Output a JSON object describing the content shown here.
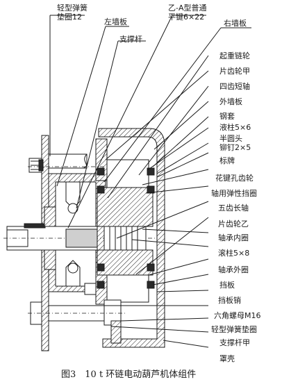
{
  "labels": {
    "light_spring_washer_12": "轻型弹簧\n垫圈12",
    "left_wall_plate": "左墙板",
    "support_rod": "支撑杆",
    "flat_key": "乙-A型普通\n平键6×22",
    "right_wall_plate": "右墙板",
    "lifting_sprocket": "起重链轮",
    "gear_a": "片齿轮甲",
    "four_tooth_shaft": "四齿短轴",
    "outer_wall_plate": "外墙板",
    "steel_sleeve": "钢套",
    "hydraulic_column": "液柱5×6",
    "half_round_rivet": "半圆头\n铆钉2×5",
    "nameplate": "标牌",
    "spline_gear": "花键孔齿轮",
    "shaft_retaining_ring": "轴用弹性挡圈",
    "five_tooth_long_shaft": "五齿长轴",
    "gear_b": "片齿轮乙",
    "bearing_inner_ring": "轴承内圈",
    "roller_column": "滚柱5×8",
    "bearing_outer_ring": "轴承外圈",
    "baffle": "挡板",
    "baffle_pin": "挡板销",
    "hex_nut": "六角螺母M16",
    "light_spring_washer": "轻型弹簧垫圈",
    "support_rod_a": "支撑杆甲",
    "cover": "罩壳"
  },
  "caption": "图3　10 t 环链电动葫芦机体组件"
}
